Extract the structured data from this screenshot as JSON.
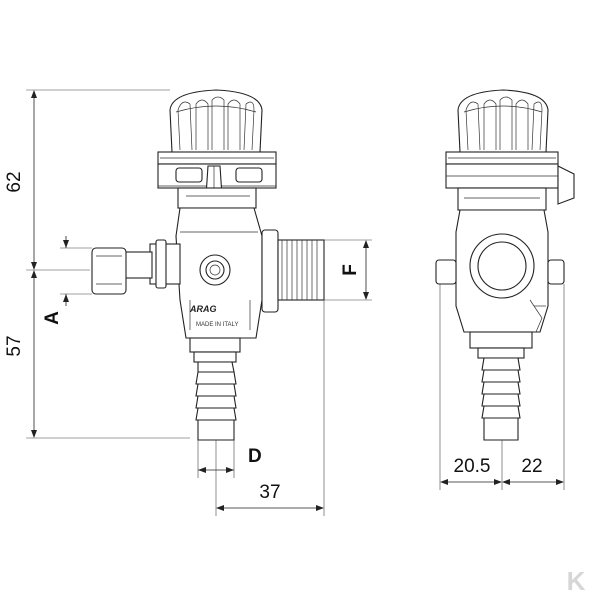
{
  "dimensions": {
    "height_upper": "62",
    "height_lower": "57",
    "width_right": "37",
    "side_left": "20.5",
    "side_right": "22"
  },
  "labels": {
    "a": "A",
    "d": "D",
    "f": "F"
  },
  "body_text": {
    "brand": "ARAG",
    "made_in": "MADE IN ITALY"
  },
  "logo": "K"
}
